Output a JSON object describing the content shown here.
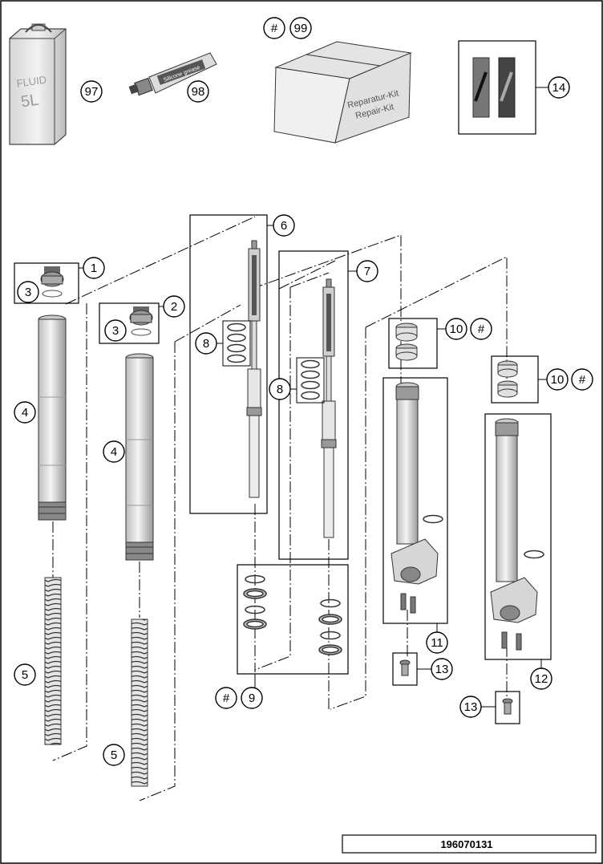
{
  "labels": {
    "n97": "97",
    "n98": "98",
    "n99": "99",
    "n14": "14",
    "n1": "1",
    "n2": "2",
    "n3": "3",
    "n4": "4",
    "n5": "5",
    "n6": "6",
    "n7": "7",
    "n8": "8",
    "n9": "9",
    "n10": "10",
    "n11": "11",
    "n12": "12",
    "n13": "13",
    "hash": "#"
  },
  "can_text": {
    "line1": "FLUID",
    "line2": "5L"
  },
  "tube_text": {
    "line1": "Silicone grease"
  },
  "box_text": {
    "line1": "Reparatur-Kit",
    "line2": "Repair-Kit"
  },
  "drawing_number": "196070131"
}
